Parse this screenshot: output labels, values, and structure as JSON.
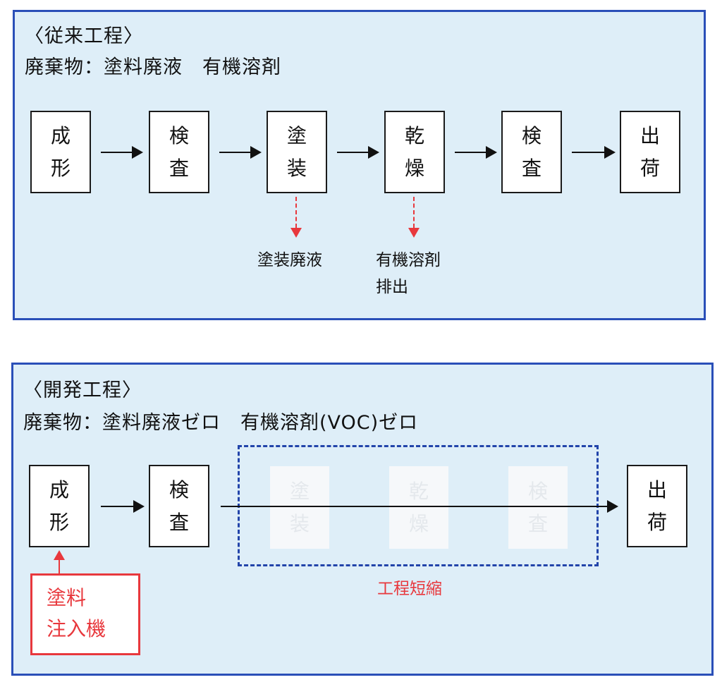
{
  "conventional": {
    "title": "〈従来工程〉",
    "waste": "廃棄物：塗料廃液　有機溶剤",
    "steps": [
      {
        "l1": "成",
        "l2": "形"
      },
      {
        "l1": "検",
        "l2": "査"
      },
      {
        "l1": "塗",
        "l2": "装"
      },
      {
        "l1": "乾",
        "l2": "燥"
      },
      {
        "l1": "検",
        "l2": "査"
      },
      {
        "l1": "出",
        "l2": "荷"
      }
    ],
    "output_paint": "塗装廃液",
    "output_solvent_l1": "有機溶剤",
    "output_solvent_l2": "排出"
  },
  "developed": {
    "title": "〈開発工程〉",
    "waste": "廃棄物：塗料廃液ゼロ　有機溶剤(VOC)ゼロ",
    "steps": [
      {
        "l1": "成",
        "l2": "形"
      },
      {
        "l1": "検",
        "l2": "査"
      },
      {
        "l1": "出",
        "l2": "荷"
      }
    ],
    "removed_steps": [
      {
        "l1": "塗",
        "l2": "装"
      },
      {
        "l1": "乾",
        "l2": "燥"
      },
      {
        "l1": "検",
        "l2": "査"
      }
    ],
    "shortened_label": "工程短縮",
    "injector_l1": "塗料",
    "injector_l2": "注入機"
  },
  "colors": {
    "panel_bg": "#deeef8",
    "panel_border": "#2a4fb8",
    "accent_red": "#e8383d",
    "dashed_blue": "#2244aa"
  }
}
